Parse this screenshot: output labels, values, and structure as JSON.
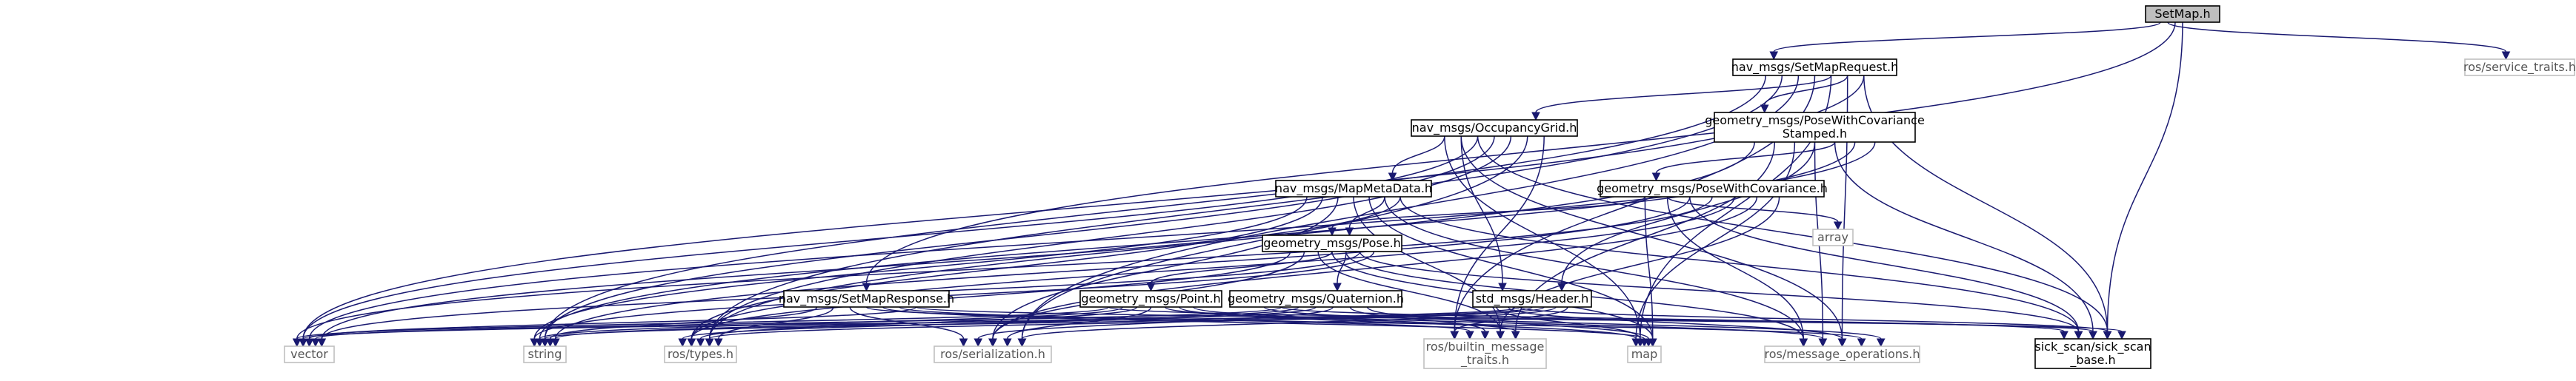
{
  "graph": {
    "colors": {
      "edge": "#191970",
      "root_fill": "#bfbfbf",
      "node_border": "#000000",
      "external_border": "#bfbfbf",
      "external_text": "#555555"
    },
    "nodes": [
      {
        "id": "setmap",
        "label": [
          "SetMap.h"
        ],
        "kind": "root"
      },
      {
        "id": "setmapreq",
        "label": [
          "nav_msgs/SetMapRequest.h"
        ],
        "kind": "normal"
      },
      {
        "id": "servicetraits",
        "label": [
          "ros/service_traits.h"
        ],
        "kind": "external"
      },
      {
        "id": "occgrid",
        "label": [
          "nav_msgs/OccupancyGrid.h"
        ],
        "kind": "normal"
      },
      {
        "id": "posecovst",
        "label": [
          "geometry_msgs/PoseWithCovariance",
          "Stamped.h"
        ],
        "kind": "normal"
      },
      {
        "id": "mapmeta",
        "label": [
          "nav_msgs/MapMetaData.h"
        ],
        "kind": "normal"
      },
      {
        "id": "posecov",
        "label": [
          "geometry_msgs/PoseWithCovariance.h"
        ],
        "kind": "normal"
      },
      {
        "id": "array",
        "label": [
          "array"
        ],
        "kind": "external"
      },
      {
        "id": "pose",
        "label": [
          "geometry_msgs/Pose.h"
        ],
        "kind": "normal"
      },
      {
        "id": "setmapresp",
        "label": [
          "nav_msgs/SetMapResponse.h"
        ],
        "kind": "normal"
      },
      {
        "id": "point",
        "label": [
          "geometry_msgs/Point.h"
        ],
        "kind": "normal"
      },
      {
        "id": "quat",
        "label": [
          "geometry_msgs/Quaternion.h"
        ],
        "kind": "normal"
      },
      {
        "id": "header",
        "label": [
          "std_msgs/Header.h"
        ],
        "kind": "normal"
      },
      {
        "id": "vector",
        "label": [
          "vector"
        ],
        "kind": "external"
      },
      {
        "id": "string",
        "label": [
          "string"
        ],
        "kind": "external"
      },
      {
        "id": "rostypes",
        "label": [
          "ros/types.h"
        ],
        "kind": "external"
      },
      {
        "id": "serialization",
        "label": [
          "ros/serialization.h"
        ],
        "kind": "external"
      },
      {
        "id": "builtin",
        "label": [
          "ros/builtin_message",
          "_traits.h"
        ],
        "kind": "external"
      },
      {
        "id": "map",
        "label": [
          "map"
        ],
        "kind": "external"
      },
      {
        "id": "msgops",
        "label": [
          "ros/message_operations.h"
        ],
        "kind": "external"
      },
      {
        "id": "sickbase",
        "label": [
          "sick_scan/sick_scan",
          "_base.h"
        ],
        "kind": "normal"
      }
    ],
    "edges": [
      [
        "setmap",
        "setmapreq"
      ],
      [
        "setmap",
        "servicetraits"
      ],
      [
        "setmap",
        "setmapresp"
      ],
      [
        "setmap",
        "sickbase"
      ],
      [
        "setmapreq",
        "occgrid"
      ],
      [
        "setmapreq",
        "posecovst"
      ],
      [
        "setmapreq",
        "vector"
      ],
      [
        "setmapreq",
        "string"
      ],
      [
        "setmapreq",
        "rostypes"
      ],
      [
        "setmapreq",
        "serialization"
      ],
      [
        "setmapreq",
        "builtin"
      ],
      [
        "setmapreq",
        "map"
      ],
      [
        "setmapreq",
        "msgops"
      ],
      [
        "setmapreq",
        "sickbase"
      ],
      [
        "occgrid",
        "mapmeta"
      ],
      [
        "occgrid",
        "header"
      ],
      [
        "occgrid",
        "vector"
      ],
      [
        "occgrid",
        "string"
      ],
      [
        "occgrid",
        "rostypes"
      ],
      [
        "occgrid",
        "serialization"
      ],
      [
        "occgrid",
        "builtin"
      ],
      [
        "occgrid",
        "map"
      ],
      [
        "occgrid",
        "msgops"
      ],
      [
        "occgrid",
        "sickbase"
      ],
      [
        "posecovst",
        "header"
      ],
      [
        "posecovst",
        "posecov"
      ],
      [
        "posecovst",
        "string"
      ],
      [
        "posecovst",
        "vector"
      ],
      [
        "posecovst",
        "rostypes"
      ],
      [
        "posecovst",
        "builtin"
      ],
      [
        "posecovst",
        "map"
      ],
      [
        "posecovst",
        "msgops"
      ],
      [
        "posecovst",
        "sickbase"
      ],
      [
        "mapmeta",
        "pose"
      ],
      [
        "mapmeta",
        "vector"
      ],
      [
        "mapmeta",
        "string"
      ],
      [
        "mapmeta",
        "rostypes"
      ],
      [
        "mapmeta",
        "serialization"
      ],
      [
        "mapmeta",
        "builtin"
      ],
      [
        "mapmeta",
        "map"
      ],
      [
        "mapmeta",
        "msgops"
      ],
      [
        "mapmeta",
        "sickbase"
      ],
      [
        "posecov",
        "pose"
      ],
      [
        "posecov",
        "array"
      ],
      [
        "posecov",
        "string"
      ],
      [
        "posecov",
        "vector"
      ],
      [
        "posecov",
        "rostypes"
      ],
      [
        "posecov",
        "serialization"
      ],
      [
        "posecov",
        "builtin"
      ],
      [
        "posecov",
        "map"
      ],
      [
        "posecov",
        "msgops"
      ],
      [
        "posecov",
        "sickbase"
      ],
      [
        "pose",
        "point"
      ],
      [
        "pose",
        "quat"
      ],
      [
        "pose",
        "vector"
      ],
      [
        "pose",
        "string"
      ],
      [
        "pose",
        "rostypes"
      ],
      [
        "pose",
        "serialization"
      ],
      [
        "pose",
        "builtin"
      ],
      [
        "pose",
        "map"
      ],
      [
        "pose",
        "msgops"
      ],
      [
        "pose",
        "sickbase"
      ],
      [
        "setmapresp",
        "vector"
      ],
      [
        "setmapresp",
        "string"
      ],
      [
        "setmapresp",
        "rostypes"
      ],
      [
        "setmapresp",
        "serialization"
      ],
      [
        "setmapresp",
        "builtin"
      ],
      [
        "setmapresp",
        "map"
      ],
      [
        "setmapresp",
        "msgops"
      ],
      [
        "setmapresp",
        "sickbase"
      ],
      [
        "point",
        "vector"
      ],
      [
        "point",
        "string"
      ],
      [
        "point",
        "rostypes"
      ],
      [
        "point",
        "serialization"
      ],
      [
        "point",
        "builtin"
      ],
      [
        "point",
        "map"
      ],
      [
        "point",
        "msgops"
      ],
      [
        "point",
        "sickbase"
      ],
      [
        "quat",
        "vector"
      ],
      [
        "quat",
        "string"
      ],
      [
        "quat",
        "rostypes"
      ],
      [
        "quat",
        "serialization"
      ],
      [
        "quat",
        "builtin"
      ],
      [
        "quat",
        "map"
      ],
      [
        "quat",
        "msgops"
      ],
      [
        "quat",
        "sickbase"
      ],
      [
        "header",
        "vector"
      ],
      [
        "header",
        "string"
      ],
      [
        "header",
        "rostypes"
      ],
      [
        "header",
        "serialization"
      ],
      [
        "header",
        "builtin"
      ],
      [
        "header",
        "map"
      ],
      [
        "header",
        "msgops"
      ],
      [
        "header",
        "sickbase"
      ]
    ]
  }
}
